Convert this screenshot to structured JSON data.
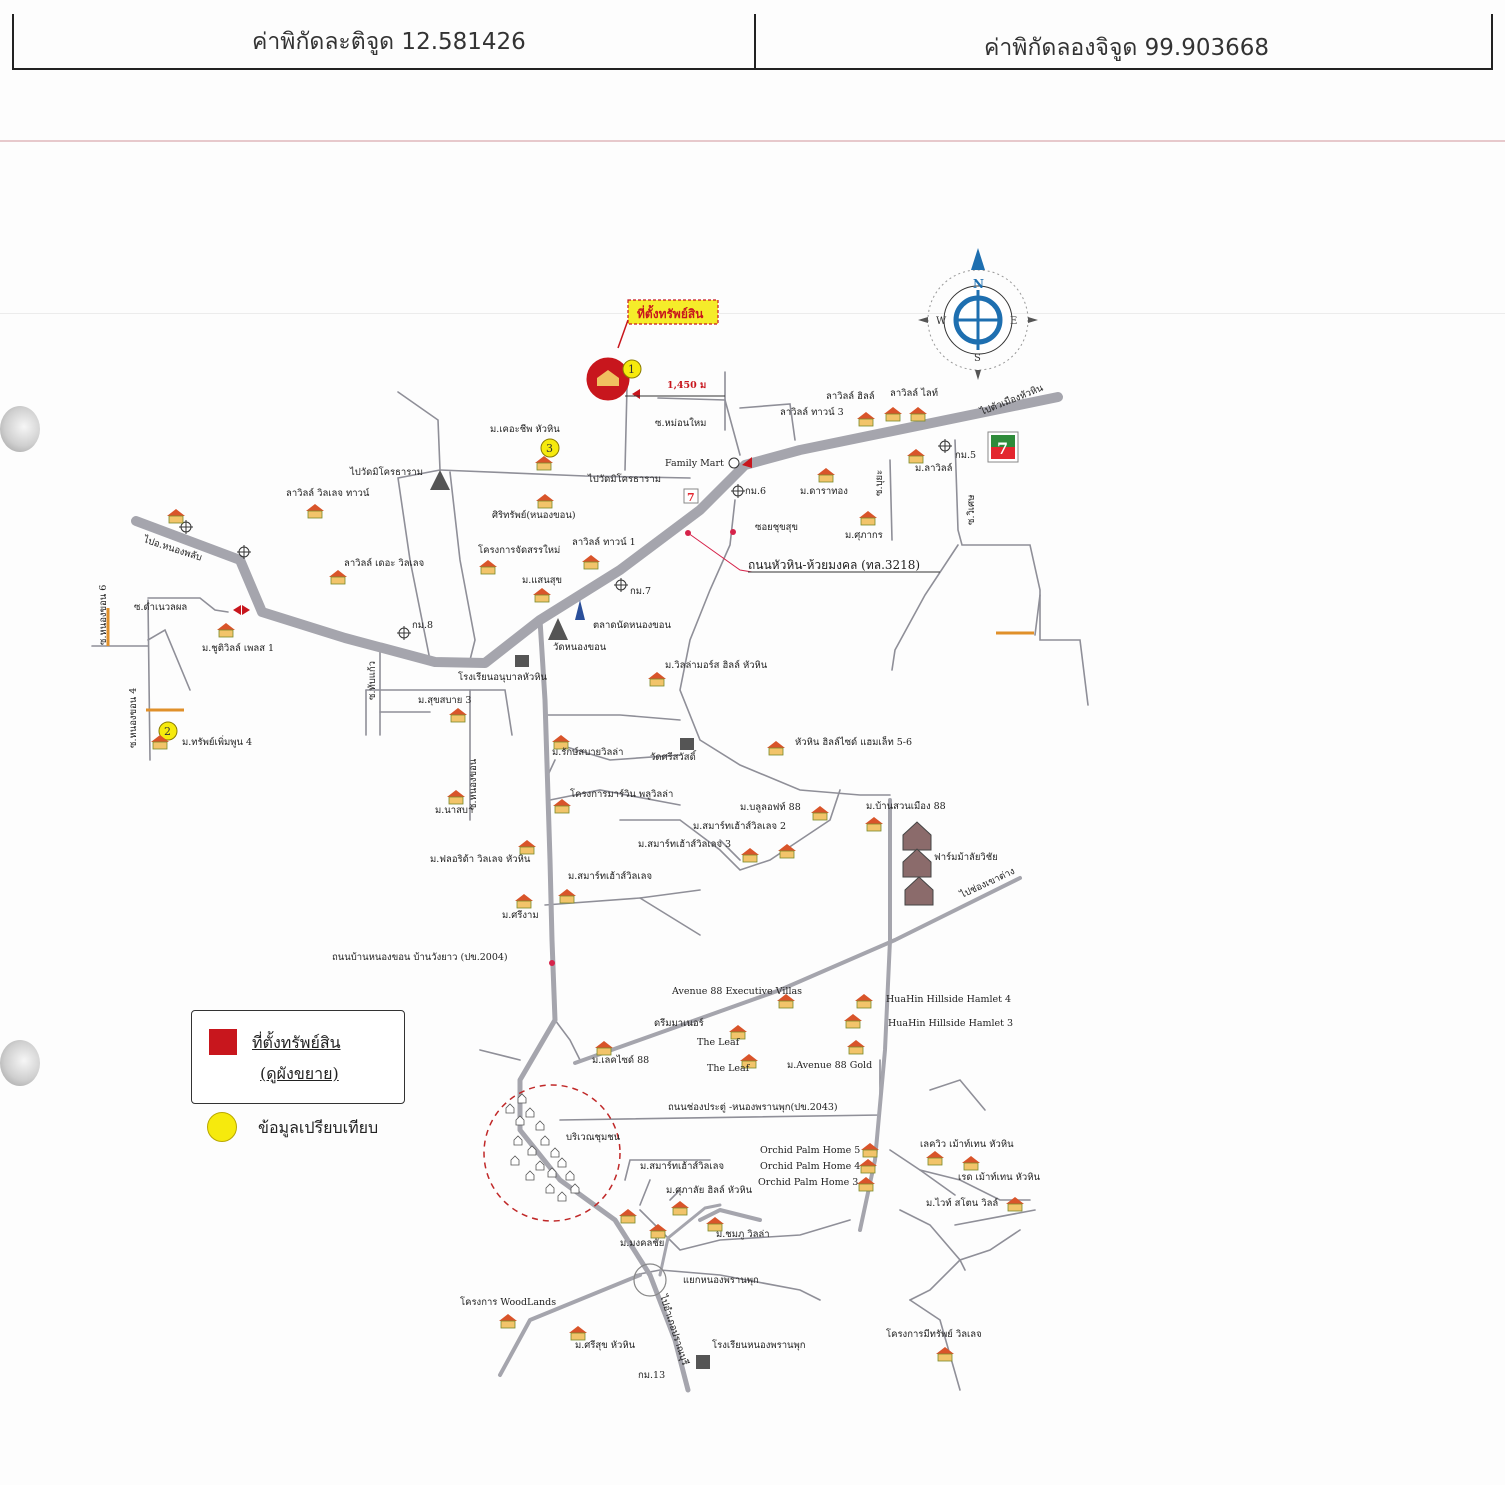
{
  "header": {
    "latitude_text": "ค่าพิกัดละติจูด 12.581426",
    "longitude_text": "ค่าพิกัดลองจิจูด 99.903668"
  },
  "compass": {
    "n": "N",
    "s": "S",
    "e": "E",
    "w": "W"
  },
  "callout": {
    "property_label": "ที่ตั้งทรัพย์สิน",
    "distance": "1,450 ม"
  },
  "markers": {
    "m1": "1",
    "m2": "2",
    "m3": "3"
  },
  "legend": {
    "property": "ที่ตั้งทรัพย์สิน",
    "property_sub": "(ดูผังขยาย)",
    "comparison": "ข้อมูลเปรียบเทียบ"
  },
  "labels": {
    "road_main": "ถนนหัวหิน-ห้วยมงคล (ทล.3218)",
    "road_nongkhon": "ถนนบ้านหนองขอน  บ้านวังยาว (ปข.2004)",
    "road_chongpraduu": "ถนนช่องประตู่ -หนองพรานพุก(ปข.2043)",
    "to_huahin": "ไปตัวเมืองหัวหิน",
    "to_nongphlap": "ไปอ.หนองพลับ",
    "to_khaotao": "ไปช่องเขาต่าง",
    "to_watmai": "ไปวัดมิโครธาราม",
    "to_watmai2": "ไปวัดมิโครธาราม",
    "family_mart": "Family Mart",
    "km5": "กม.5",
    "km6": "กม.6",
    "km7": "กม.7",
    "km8": "กม.8",
    "km13": "กม.13",
    "soi_nongmuang": "ซ.หม่อนใหม",
    "soi_suksan": "ซอยชุขสุข",
    "soi_damnoen": "ซ.ดำเนวลผล",
    "soi_nongkhon4": "ซ.หนองขอน 4",
    "soi_nongkhon6": "ซ.หนองขอน 6",
    "soi_thapkaew": "ซ.ทับแก้ว",
    "soi_nongkhon": "ซ.หนองขอน",
    "soi_huaibun": "ซ.บุยะ",
    "soi_wiset": "ซ.วิเศษ",
    "lavalle_hills": "ลาวิลล์ ฮิลล์",
    "lavalle_light": "ลาวิลล์ ไลท์",
    "lavalle_town3": "ลาวิลล์ ทาวน์ 3",
    "lavalle_village": "ลาวิลล์ วิลเลจ ทาวน์",
    "lavalle_villa": "ลาวิลล์ เดอะ วิลเลจ",
    "lavalle_town1": "ลาวิลล์ ทาวน์ 1",
    "m_lavalle": "ม.ลาวิลล์",
    "m_kasathip": "ม.เคอะชีพ หัวหิน",
    "sirisub": "ศิริทรัพย์(หนองขอน)",
    "m_suwanthong": "ม.ดาราทอง",
    "m_sukon": "ม.ศุภากร",
    "nong_sanit": "โครงการจัดสรรใหม่",
    "m_saensuk": "ม.แสนสุข",
    "talad": "ตลาดนัดหนองขอน",
    "wat_nongkhon": "วัดหนองขอน",
    "school_anuban": "โรงเรียนอนุบาลหัวหิน",
    "m_chuvit": "ม.ชูติวิลล์ เพลส 1",
    "m_sap": "ม.ทรัพย์เพิ่มพูน 4",
    "m_sukhsabai": "ม.สุขสบาย 3",
    "m_naia": "ม.นาสบา",
    "m_wisuda": "ม.ฟลอริด้า วิลเลจ หัวหิน",
    "m_sriyan": "ม.ศรีงาม",
    "m_rakvilla": "ม.รักษ์สบายวิลล่า",
    "m_villa_mountain": "ม.วิลล่ามอร์ส ฮิลล์ หัวหิน",
    "huahin_hill": "หัวหิน ฮิลล์ไซด์ แฮมเล็ท 5-6",
    "phuwadol": "โครงการมาร์วิน พลูวิลล่า",
    "m_bulok": "ม.บลูลอฟท์ 88",
    "m_smart2": "ม.สมาร์ทเฮ้าส์วิลเลจ 2",
    "m_smart3": "ม.สมาร์ทเฮ้าส์วิลเลจ 3",
    "m_smart": "ม.สมาร์ทเฮ้าส์วิลเลจ",
    "m_banthep": "ม.บ้านสวนเมือง 88",
    "farm": "ฟาร์มม้าลัยวิชัย",
    "wat_khao": "วัดศรีสวัสดิ์",
    "av88_exec": "Avenue 88 Executive Villas",
    "dream": "ดรีมมาเนอร์",
    "the_leaf1": "The Leaf",
    "the_leaf2": "The Leaf",
    "m_lakeside": "ม.เลคไซด์ 88",
    "av88_gold": "ม.Avenue 88 Gold",
    "hamlet4": "HuaHin Hillside Hamlet 4",
    "hamlet3": "HuaHin Hillside Hamlet 3",
    "khlong": "บริเวณชุมชน",
    "orchid5": "Orchid Palm Home 5",
    "orchid4": "Orchid Palm Home 4",
    "orchid3": "Orchid Palm Home 3",
    "m_smart_v": "ม.สมาร์ทเฮ้าส์วิลเลจ",
    "m_supalai": "ม.ศุภาลัย ฮิลล์ หัวหิน",
    "m_chomphu": "ม.ชมภู วิลล่า",
    "m_mongkol": "ม.มงคลชัย",
    "junction": "แยกหนองพรานพุก",
    "woodlands": "โครงการ WoodLands",
    "m_sri_huahin": "ม.ศรีสุข หัวหิน",
    "school_nongpran": "โรงเรียนหนองพรานพุก",
    "to_pranburi": "ไปอำเภอปราณบุรี",
    "m_sukan": "โครงการมีทรัพย์ วิลเลจ",
    "green1": "เลควิว เม้าท์เทน หัวหิน",
    "green2": "เรด เม้าท์เทน หัวหิน",
    "m_whitesand": "ม.ไวท์ สโตน วิลล์"
  },
  "colors": {
    "main_road": "#a5a5ad",
    "minor_road": "#9a9aa3",
    "property_red": "#c8161d",
    "marker_yellow": "#f6ea0d",
    "seven_green": "#2e8b3a"
  }
}
